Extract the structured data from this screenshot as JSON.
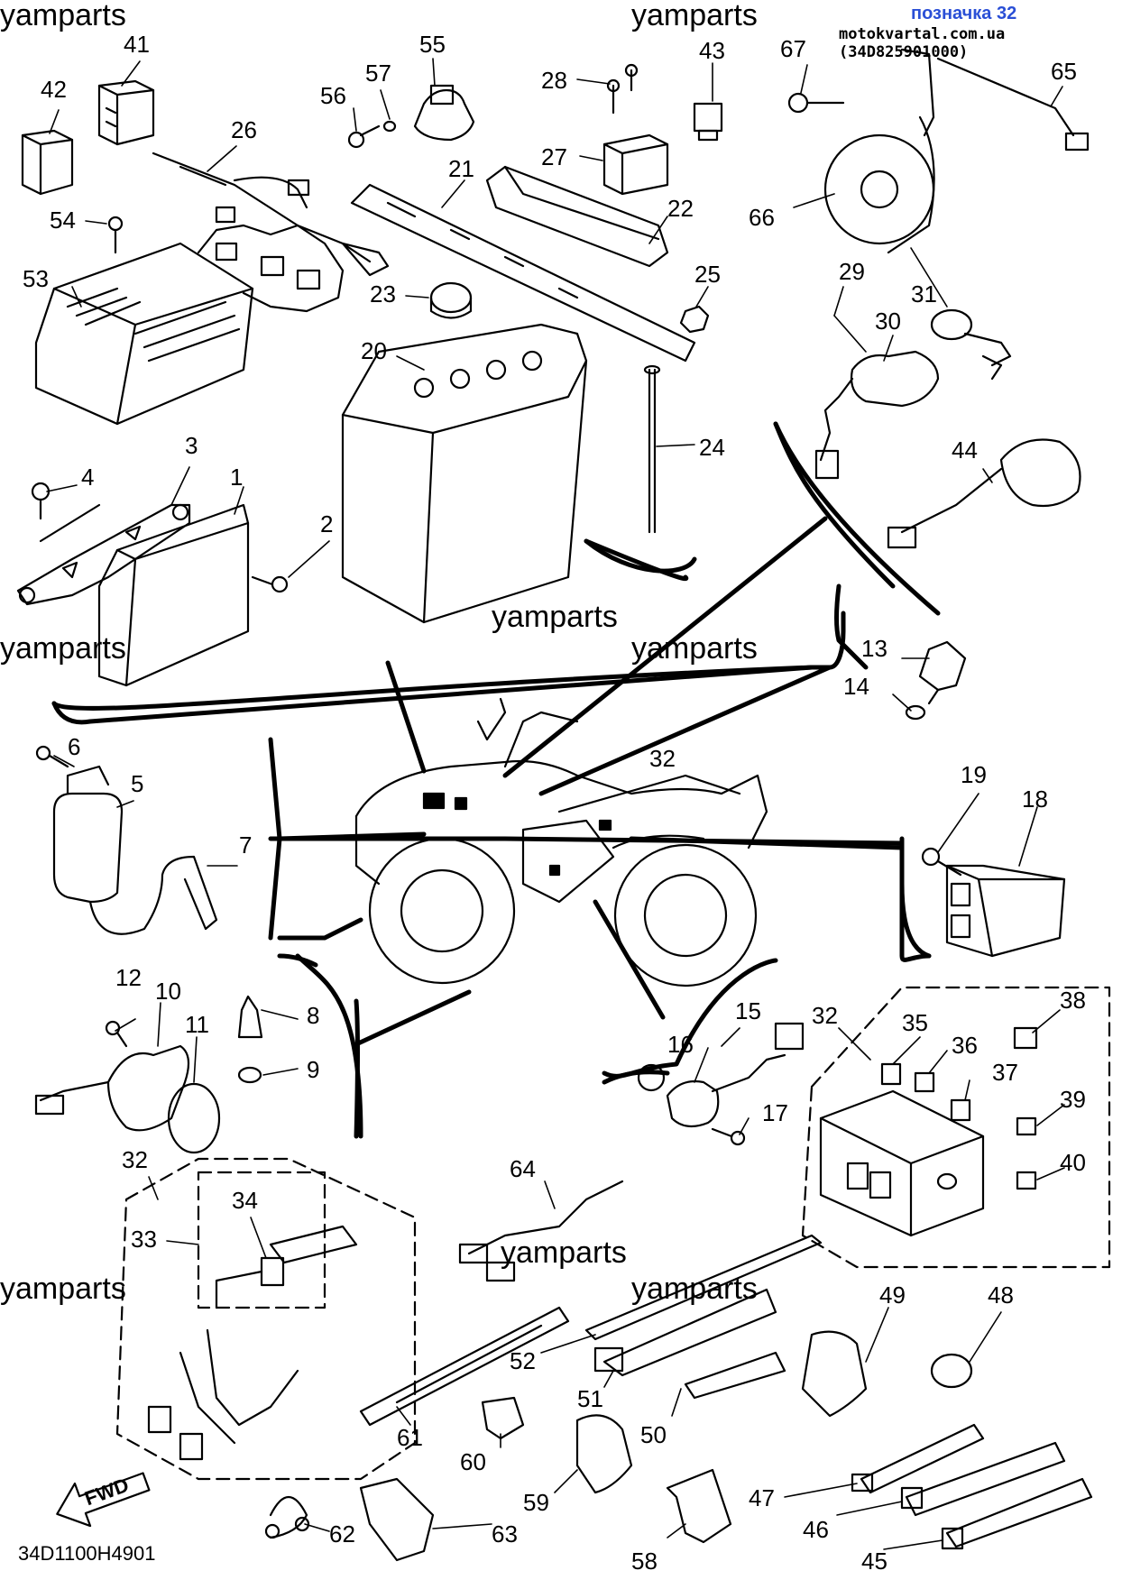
{
  "header": {
    "tag": "позначка 32",
    "site": "motokvartal.com.ua (34D825901000)"
  },
  "watermark": "yamparts",
  "diagram_code": "34D1100H4901",
  "fwd_label": "FWD",
  "part_labels": [
    "1",
    "2",
    "3",
    "4",
    "5",
    "6",
    "7",
    "8",
    "9",
    "10",
    "11",
    "12",
    "13",
    "14",
    "15",
    "16",
    "17",
    "18",
    "19",
    "20",
    "21",
    "22",
    "23",
    "24",
    "25",
    "26",
    "27",
    "28",
    "29",
    "30",
    "31",
    "32",
    "33",
    "34",
    "35",
    "36",
    "37",
    "38",
    "39",
    "40",
    "41",
    "42",
    "43",
    "44",
    "45",
    "46",
    "47",
    "48",
    "49",
    "50",
    "51",
    "52",
    "53",
    "54",
    "55",
    "56",
    "57",
    "58",
    "59",
    "60",
    "61",
    "62",
    "63",
    "64",
    "65",
    "66",
    "67"
  ]
}
